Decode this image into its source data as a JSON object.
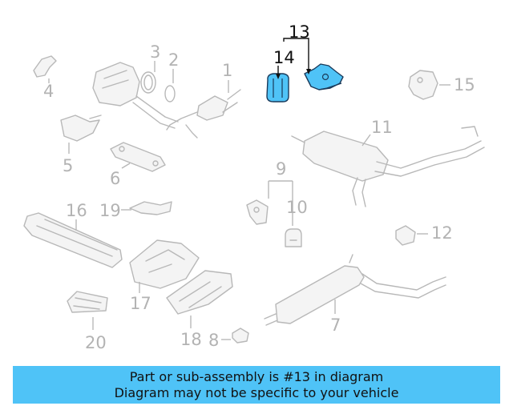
{
  "diagram": {
    "callouts": {
      "c1": "1",
      "c2": "2",
      "c3": "3",
      "c4": "4",
      "c5": "5",
      "c6": "6",
      "c7": "7",
      "c8": "8",
      "c9": "9",
      "c10": "10",
      "c11": "11",
      "c12": "12",
      "c13": "13",
      "c14": "14",
      "c15": "15",
      "c16": "16",
      "c17": "17",
      "c18": "18",
      "c19": "19",
      "c20": "20"
    },
    "highlighted_part": "13",
    "highlight_color": "#4fc3f7"
  },
  "banner": {
    "line1": "Part or sub-assembly is #13 in diagram",
    "line2": "Diagram may not be specific to your vehicle",
    "color": "#4fc3f7"
  }
}
